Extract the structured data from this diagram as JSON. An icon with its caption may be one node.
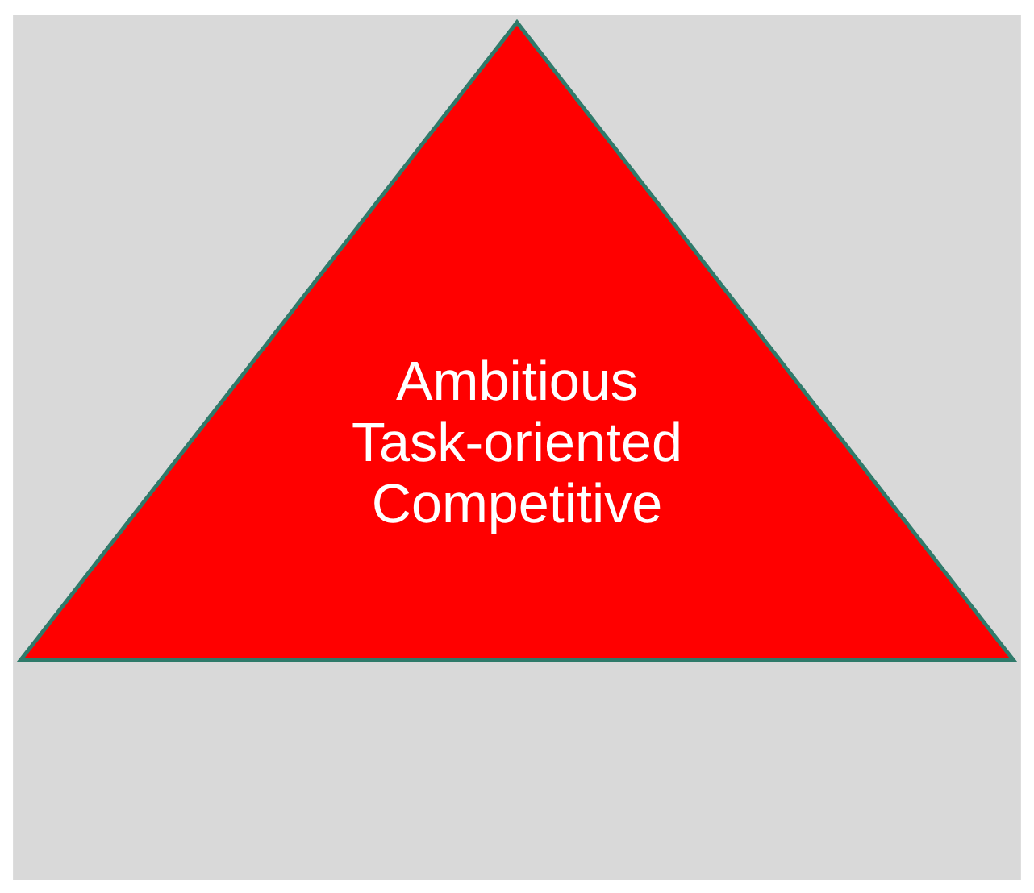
{
  "diagram": {
    "nodes": [
      {
        "text": [
          "Ambitious",
          "Task-oriented",
          "Competitive"
        ]
      }
    ]
  }
}
